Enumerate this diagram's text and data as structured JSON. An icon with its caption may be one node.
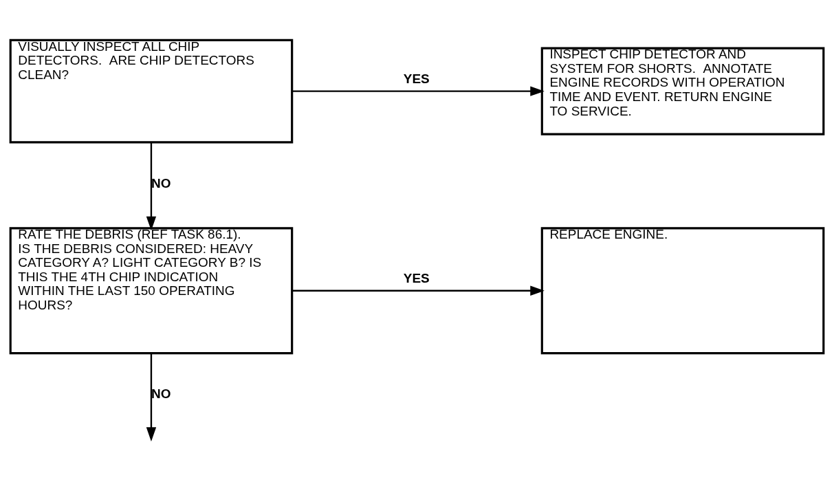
{
  "diagram": {
    "nodes": [
      {
        "text": [
          "VISUALLY INSPECT ALL CHIP DETECTORS.  ARE CHIP DETECTORS CLEAN?"
        ]
      },
      {
        "text": [
          "INSPECT CHIP DETECTOR AND SYSTEM FOR SHORTS.  ANNOTATE ENGINE RECORDS WITH OPERATION TIME AND EVENT. RETURN ENGINE TO SERVICE."
        ]
      },
      {
        "text": [
          "RATE THE DEBRIS (REF TASK 86.1). IS THE DEBRIS CONSIDERED: HEAVY CATEGORY A? LIGHT CATEGORY B? IS THIS THE 4TH CHIP INDICATION WITHIN THE LAST 150 OPERATING HOURS?"
        ]
      },
      {
        "text": [
          "REPLACE ENGINE."
        ]
      }
    ],
    "edges": [
      {
        "from": 0,
        "to": 1,
        "arrow": "to",
        "label": "YES"
      },
      {
        "from": 0,
        "to": 2,
        "arrow": "to",
        "label": "NO"
      },
      {
        "from": 2,
        "to": 3,
        "arrow": "to",
        "label": "YES"
      },
      {
        "from": 2,
        "to": null,
        "arrow": "to",
        "label": "NO"
      }
    ]
  }
}
